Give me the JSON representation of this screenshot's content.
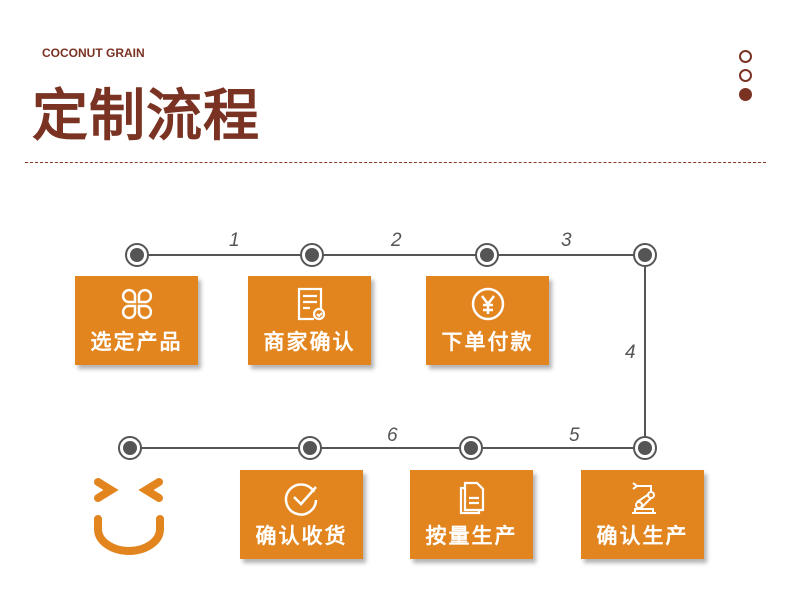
{
  "header": {
    "brand": "COCONUT GRAIN",
    "title": "定制流程"
  },
  "steps": [
    {
      "label": "选定产品",
      "icon": "clover-icon"
    },
    {
      "label": "商家确认",
      "icon": "document-check-icon"
    },
    {
      "label": "下单付款",
      "icon": "yen-icon"
    },
    {
      "label": "确认生产",
      "icon": "robot-arm-icon"
    },
    {
      "label": "按量生产",
      "icon": "copy-document-icon"
    },
    {
      "label": "确认收货",
      "icon": "check-circle-icon"
    }
  ],
  "numbers": [
    "1",
    "2",
    "3",
    "4",
    "5",
    "6"
  ],
  "colors": {
    "brand": "#7a3323",
    "accent": "#e2851f",
    "line": "#555555"
  }
}
